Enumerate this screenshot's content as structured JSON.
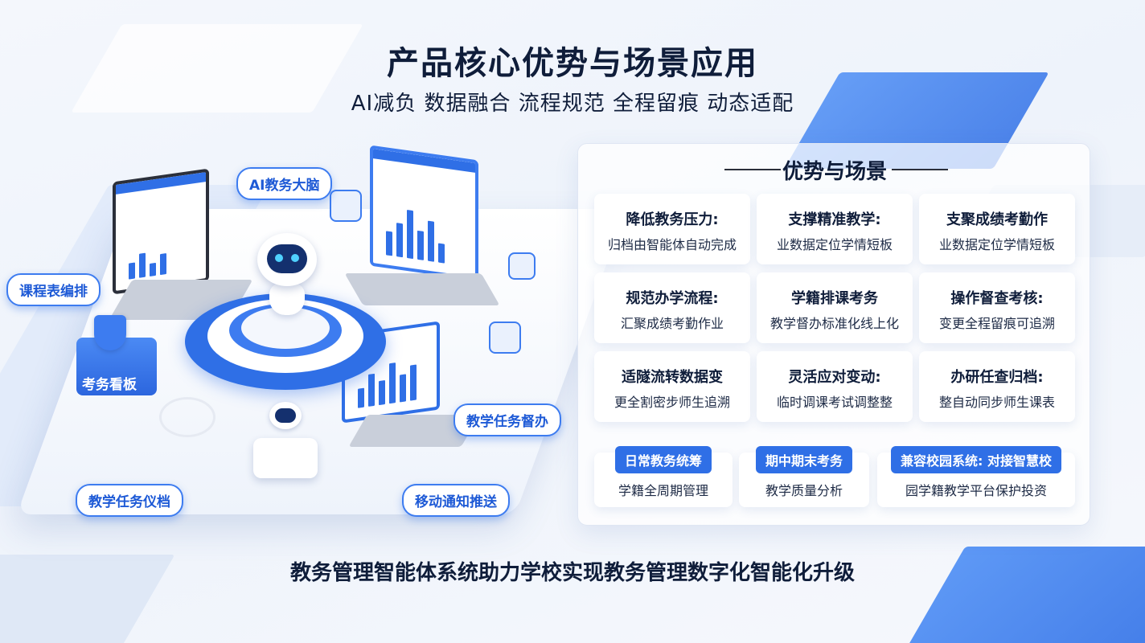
{
  "header": {
    "title": "产品核心优势与场景应用",
    "subtitle": "AI减负 数据融合 流程规范 全程留痕 动态适配"
  },
  "illustration": {
    "tags": {
      "ai_brain": "AI教务大脑",
      "timetable": "课程表编排",
      "dashboard": "考务看板",
      "task_supervise": "教学任务督办",
      "task_archive": "教学任务仪档",
      "mobile_notify": "移动通知推送"
    },
    "colors": {
      "accent": "#2f6fe6",
      "dark": "#14306e",
      "glow": "#4fd1ff"
    }
  },
  "panel": {
    "title": "优势与场景",
    "cards": [
      {
        "heading": "降低教务压力:",
        "desc": "归档由智能体自动完成"
      },
      {
        "heading": "支撑精准教学:",
        "desc": "业数据定位学情短板"
      },
      {
        "heading": "支聚成绩考勤作",
        "desc": "业数据定位学情短板"
      },
      {
        "heading": "规范办学流程:",
        "desc": "汇聚成绩考勤作业"
      },
      {
        "heading": "学籍排课考务",
        "desc": "教学督办标准化线上化"
      },
      {
        "heading": "操作督查考核:",
        "desc": "变更全程留痕可追溯"
      },
      {
        "heading": "适隧流转数据变",
        "desc": "更全割密步师生追溯"
      },
      {
        "heading": "灵活应对变动:",
        "desc": "临时调课考试调整整"
      },
      {
        "heading": "办研任查归档:",
        "desc": "整自动同步师生课表"
      }
    ],
    "scenes": [
      {
        "label": "日常教务统筹",
        "desc": "学籍全周期管理"
      },
      {
        "label": "期中期末考务",
        "desc": "教学质量分析"
      },
      {
        "label": "兼容校园系统: 对接智慧校",
        "desc": "园学籍教学平台保护投资"
      }
    ]
  },
  "footer": {
    "text": "教务管理智能体系统助力学校实现教务管理数字化智能化升级"
  }
}
